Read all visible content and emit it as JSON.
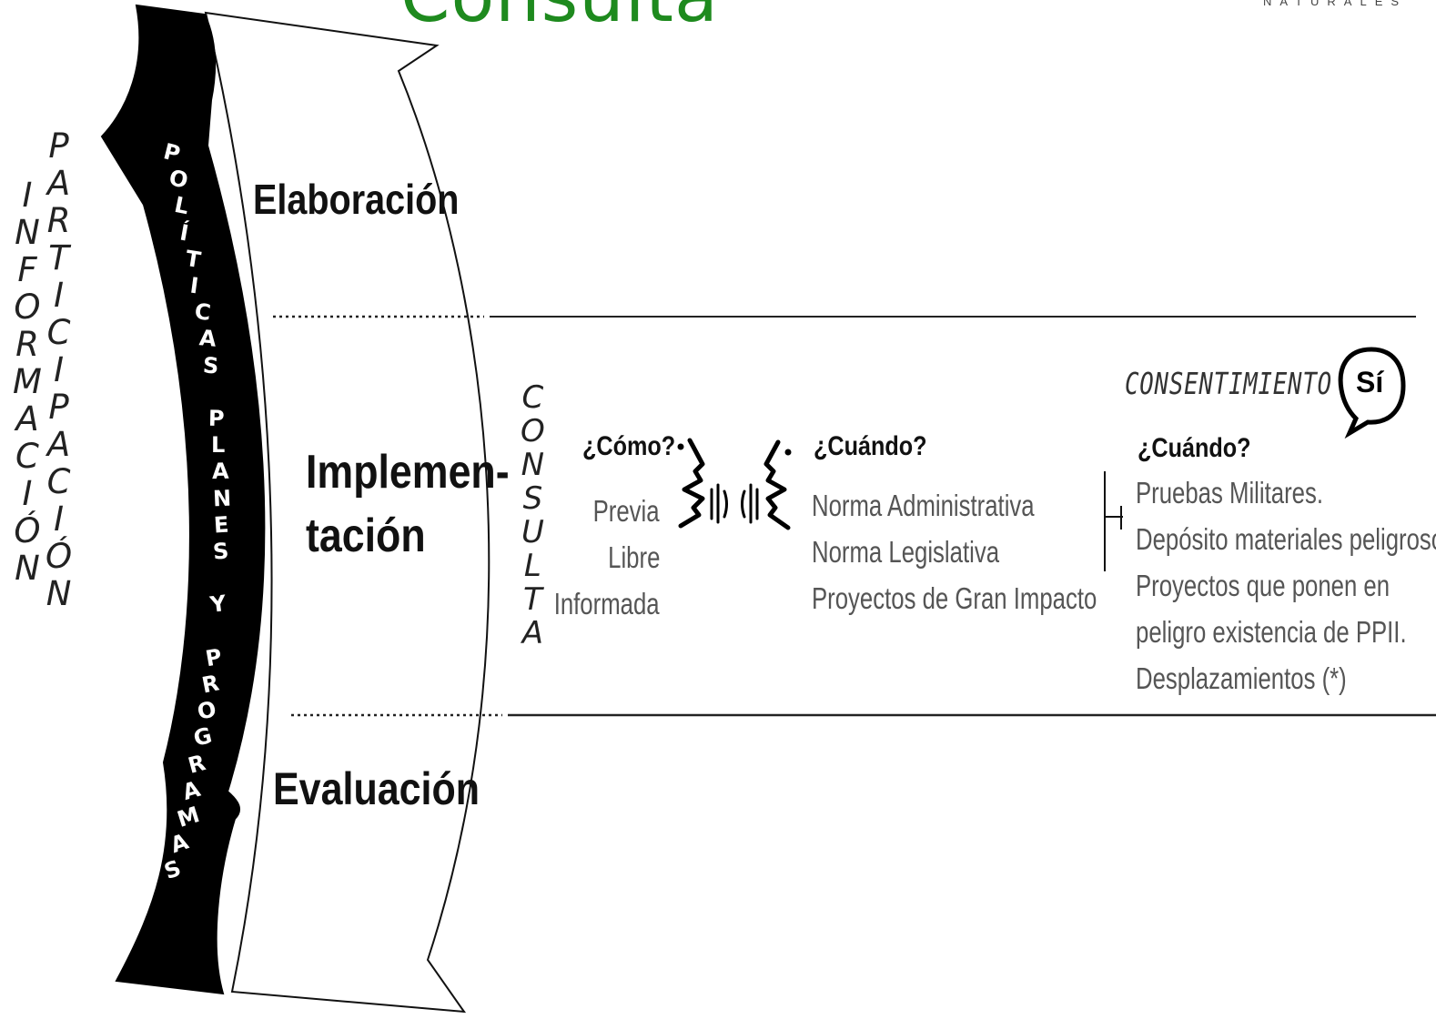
{
  "header": {
    "title": "Consulta",
    "logo_text": "NATURALES"
  },
  "left_labels": {
    "informacion": [
      "I",
      "N",
      "F",
      "O",
      "R",
      "M",
      "A",
      "C",
      "I",
      "Ó",
      "N"
    ],
    "participacion": [
      "P",
      "A",
      "R",
      "T",
      "I",
      "C",
      "I",
      "P",
      "A",
      "C",
      "I",
      "Ó",
      "N"
    ]
  },
  "arrow": {
    "text": "POLÍTICAS PLANES Y PROGRAMAS",
    "letters": [
      "P",
      "O",
      "L",
      "Í",
      "T",
      "I",
      "C",
      "A",
      "S",
      " ",
      "P",
      "L",
      "A",
      "N",
      "E",
      "S",
      " ",
      "Y",
      " ",
      "P",
      "R",
      "O",
      "G",
      "R",
      "A",
      "M",
      "A",
      "S"
    ]
  },
  "phases": {
    "elaboracion": "Elaboración",
    "implementacion_1": "Implemen-",
    "implementacion_2": "tación",
    "evaluacion": "Evaluación"
  },
  "consulta": {
    "letters": [
      "C",
      "O",
      "N",
      "S",
      "U",
      "L",
      "T",
      "A"
    ],
    "como_label": "¿Cómo?",
    "como_items": [
      "Previa",
      "Libre",
      "Informada"
    ],
    "cuando_label": "¿Cuándo?",
    "cuando_items": [
      "Norma Administrativa",
      "Norma Legislativa",
      "Proyectos de Gran Impacto"
    ]
  },
  "consentimiento": {
    "label": "CONSENTIMIENTO",
    "badge": "Sí",
    "cuando_label": "¿Cuándo?",
    "items": [
      "Pruebas Militares.",
      "Depósito materiales peligrosos.",
      "Proyectos que ponen en",
      "peligro existencia de PPII.",
      "Desplazamientos (*)"
    ]
  },
  "colors": {
    "title_green": "#1e8a1e",
    "arrow_black": "#000000",
    "text_dark": "#111111",
    "text_light": "#555555"
  },
  "icons": [
    "speaking-head-icon",
    "listening-head-icon",
    "speech-bubble-icon"
  ]
}
